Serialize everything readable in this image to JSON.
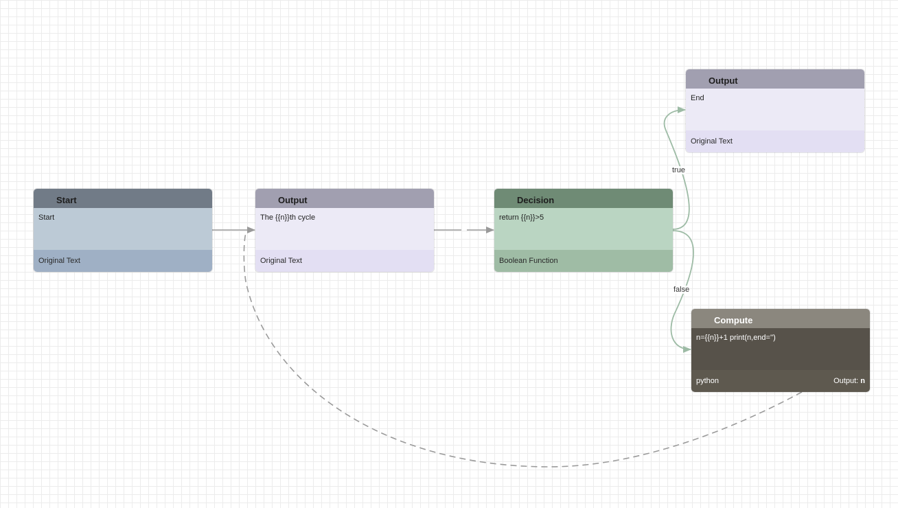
{
  "nodes": {
    "start": {
      "title": "Start",
      "content": "Start",
      "footer": "Original Text"
    },
    "output1": {
      "title": "Output",
      "content": "The {{n}}th cycle",
      "footer": "Original Text"
    },
    "decision": {
      "title": "Decision",
      "content": "return {{n}}>5",
      "footer": "Boolean Function"
    },
    "output2": {
      "title": "Output",
      "content": "End",
      "footer": "Original Text"
    },
    "compute": {
      "title": "Compute",
      "content": "n={{n}}+1 print(n,end='')",
      "footer": "python",
      "output_label": "Output:",
      "output_value": "n"
    }
  },
  "edges": {
    "true_label": "true",
    "false_label": "false"
  },
  "colors": {
    "edge_gray": "#9a9a9a",
    "edge_green": "#9dbba5"
  }
}
